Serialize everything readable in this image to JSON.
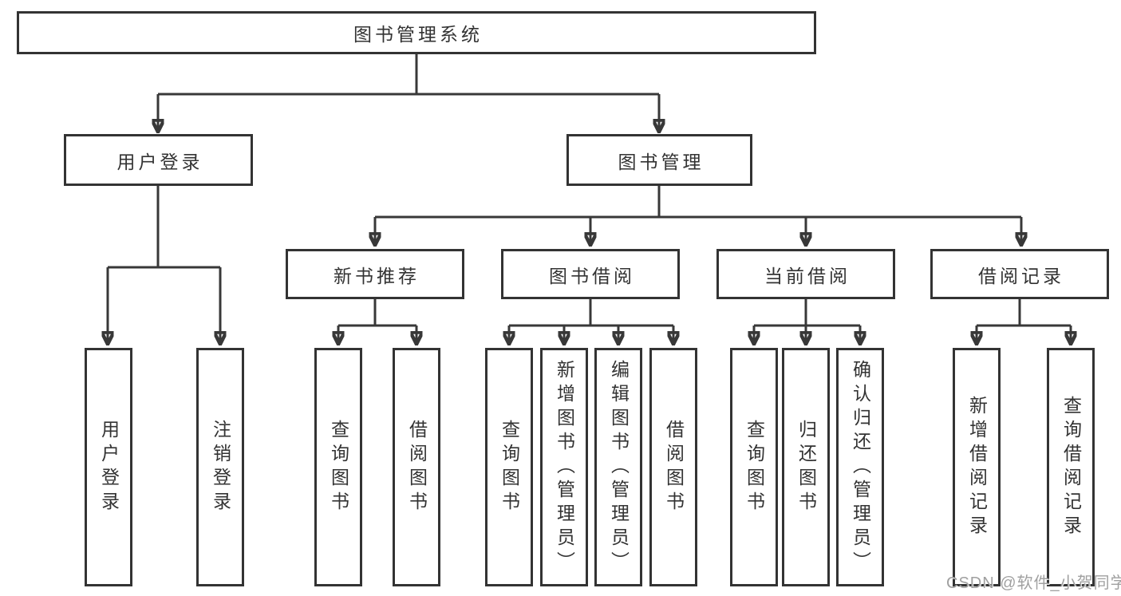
{
  "diagram": {
    "root": {
      "label": "图书管理系统"
    },
    "branches": [
      {
        "label": "用户登录",
        "children": [
          {
            "label": "用户登录"
          },
          {
            "label": "注销登录"
          }
        ]
      },
      {
        "label": "图书管理",
        "children": [
          {
            "label": "新书推荐",
            "children": [
              {
                "label": "查询图书"
              },
              {
                "label": "借阅图书"
              }
            ]
          },
          {
            "label": "图书借阅",
            "children": [
              {
                "label": "查询图书"
              },
              {
                "label": "新增图书（管理员）"
              },
              {
                "label": "编辑图书（管理员）"
              },
              {
                "label": "借阅图书"
              }
            ]
          },
          {
            "label": "当前借阅",
            "children": [
              {
                "label": "查询图书"
              },
              {
                "label": "归还图书"
              },
              {
                "label": "确认归还（管理员）"
              }
            ]
          },
          {
            "label": "借阅记录",
            "children": [
              {
                "label": "新增借阅记录"
              },
              {
                "label": "查询借阅记录"
              }
            ]
          }
        ]
      }
    ],
    "watermark": "CSDN @软件_小贺同学",
    "colors": {
      "line": "#383838",
      "border": "#333333",
      "text": "#333333",
      "watermark": "#a0a0a0",
      "background": "#ffffff"
    }
  }
}
